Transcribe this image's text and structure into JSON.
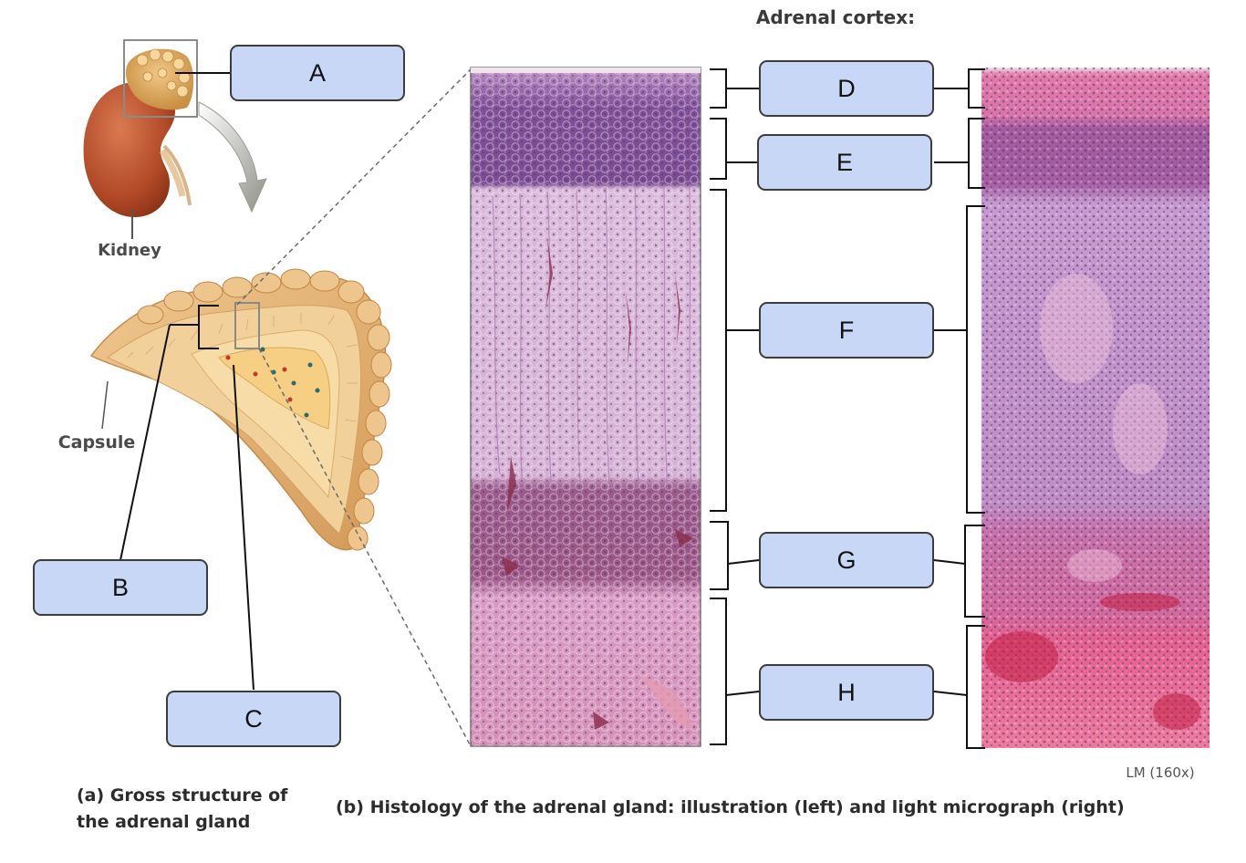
{
  "title": "Adrenal cortex:",
  "gross_labels": {
    "kidney": "Kidney",
    "capsule": "Capsule"
  },
  "answer_boxes": {
    "A": "A",
    "B": "B",
    "C": "C",
    "D": "D",
    "E": "E",
    "F": "F",
    "G": "G",
    "H": "H"
  },
  "captions": {
    "gross_line1": "(a) Gross structure of",
    "gross_line2": "the adrenal gland",
    "histology": "(b) Histology of the adrenal gland: illustration (left) and light micrograph (right)",
    "magnification": "LM (160x)"
  },
  "colors": {
    "answer_box_fill": "#c7d7f5",
    "kidney": "#b9502d",
    "adrenal_gland": "#e2b070",
    "zona_glomerulosa_illustration": "#7d4f94",
    "zona_fasciculata_illustration": "#d9b3d9",
    "zona_reticularis_illustration": "#9b4f84",
    "medulla_illustration": "#d28ab8",
    "micrograph_capsule": "#e07fa8",
    "micrograph_cortex": "#c48cc0",
    "micrograph_medulla": "#e8608f"
  }
}
